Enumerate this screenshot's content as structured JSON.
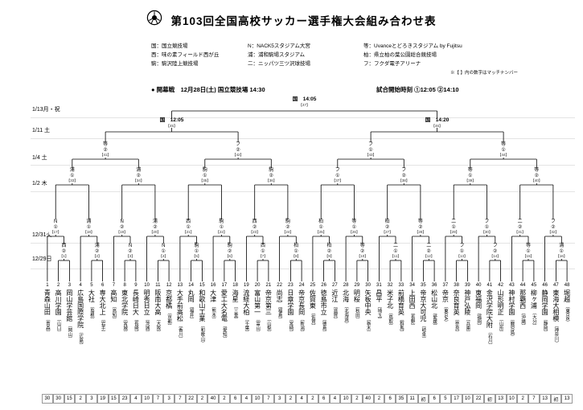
{
  "header": {
    "title": "第103回全国高校サッカー選手権大会組み合わせ表"
  },
  "legend": {
    "items": [
      {
        "abbr": "国",
        "name": "国立競技場"
      },
      {
        "abbr": "西",
        "name": "味の素フィールド西が丘"
      },
      {
        "abbr": "駒",
        "name": "駒沢陸上競技場"
      },
      {
        "abbr": "N",
        "name": "NACK5スタジアム大宮"
      },
      {
        "abbr": "浦",
        "name": "浦和駒場スタジアム"
      },
      {
        "abbr": "二",
        "name": "ニッパツ三ツ沢球技場"
      },
      {
        "abbr": "等",
        "name": "Uvanceとどろきスタジアム by Fujitsu"
      },
      {
        "abbr": "柏",
        "name": "県立柏の葉公園総合競技場"
      },
      {
        "abbr": "フ",
        "name": "フクダ電子アリーナ"
      }
    ],
    "note": "※【 】内の数字はマッチナンバー"
  },
  "info": {
    "opening": "● 開幕戦　12月28日(土) 国立競技場 14:30",
    "kickoff": "試合開始時刻 ①12:05 ②14:10"
  },
  "dates": [
    "1/13月・祝",
    "1/11 土",
    "1/4 土",
    "1/2 木",
    "12/31火",
    "12/29日"
  ],
  "teams": [
    {
      "no": 1,
      "name": "青森山田",
      "pref": "青森",
      "count": "30"
    },
    {
      "no": 2,
      "name": "高川学園",
      "pref": "山口",
      "count": "30"
    },
    {
      "no": 3,
      "name": "岡山学芸館",
      "pref": "岡山",
      "count": "15"
    },
    {
      "no": 4,
      "name": "広島国際学院",
      "pref": "広島",
      "count": "2"
    },
    {
      "no": 5,
      "name": "大社",
      "pref": "島根",
      "count": "3"
    },
    {
      "no": 6,
      "name": "専大北上",
      "pref": "岩手",
      "count": "19"
    },
    {
      "no": 7,
      "name": "高知",
      "pref": "高知",
      "count": "15"
    },
    {
      "no": 8,
      "name": "東北学院",
      "pref": "宮城",
      "count": "23"
    },
    {
      "no": 9,
      "name": "長崎日大",
      "pref": "長崎",
      "count": "4"
    },
    {
      "no": 10,
      "name": "明秀日立",
      "pref": "茨城",
      "count": "10"
    },
    {
      "no": 11,
      "name": "阪南大高",
      "pref": "大阪",
      "count": "7"
    },
    {
      "no": 12,
      "name": "京都橘",
      "pref": "京都",
      "count": "3"
    },
    {
      "no": 13,
      "name": "大手前高松",
      "pref": "香川",
      "count": "7"
    },
    {
      "no": 14,
      "name": "丸岡",
      "pref": "福井",
      "count": "22"
    },
    {
      "no": 15,
      "name": "和歌山工業",
      "pref": "和歌山",
      "count": "2"
    },
    {
      "no": 16,
      "name": "大津",
      "pref": "熊本",
      "count": "40"
    },
    {
      "no": 17,
      "name": "愛工大名電",
      "pref": "愛知",
      "count": "2"
    },
    {
      "no": 18,
      "name": "海星",
      "pref": "三重",
      "count": "6"
    },
    {
      "no": 19,
      "name": "流経大柏",
      "pref": "千葉",
      "count": "4"
    },
    {
      "no": 20,
      "name": "富山第一",
      "pref": "富山",
      "count": "10"
    },
    {
      "no": 21,
      "name": "帝京第三",
      "pref": "山梨",
      "count": "7"
    },
    {
      "no": 22,
      "name": "尚志",
      "pref": "福島",
      "count": "3"
    },
    {
      "no": 23,
      "name": "日章学園",
      "pref": "宮崎",
      "count": "2"
    },
    {
      "no": 24,
      "name": "帝京長岡",
      "pref": "新潟",
      "count": "4"
    },
    {
      "no": 25,
      "name": "佐賀東",
      "pref": "佐賀",
      "count": "2"
    },
    {
      "no": 26,
      "name": "徳島市立",
      "pref": "徳島",
      "count": "6"
    },
    {
      "no": 27,
      "name": "近江",
      "pref": "滋賀",
      "count": "4"
    },
    {
      "no": 28,
      "name": "北海",
      "pref": "北海道",
      "count": "10"
    },
    {
      "no": 29,
      "name": "明桜",
      "pref": "秋田",
      "count": "2"
    },
    {
      "no": 30,
      "name": "矢板中央",
      "pref": "栃木",
      "count": "40"
    },
    {
      "no": 31,
      "name": "昌平",
      "pref": "埼玉",
      "count": "2"
    },
    {
      "no": 32,
      "name": "米子北",
      "pref": "鳥取",
      "count": "6"
    },
    {
      "no": 33,
      "name": "前橋育英",
      "pref": "群馬",
      "count": "35"
    },
    {
      "no": 34,
      "name": "上田西",
      "pref": "長野",
      "count": "11"
    },
    {
      "no": 35,
      "name": "帝京大可児",
      "pref": "岐阜",
      "count": "初"
    },
    {
      "no": 36,
      "name": "松山北",
      "pref": "愛媛",
      "count": "6"
    },
    {
      "no": 37,
      "name": "帝京",
      "pref": "東京A",
      "count": "5"
    },
    {
      "no": 38,
      "name": "奈良育英",
      "pref": "奈良",
      "count": "17"
    },
    {
      "no": 39,
      "name": "神戸弘陵",
      "pref": "兵庫",
      "count": "10"
    },
    {
      "no": 40,
      "name": "東福岡",
      "pref": "福岡",
      "count": "22"
    },
    {
      "no": 41,
      "name": "金沢学院大附",
      "pref": "石川",
      "count": "初"
    },
    {
      "no": 42,
      "name": "山形明正",
      "pref": "山形",
      "count": "13"
    },
    {
      "no": 43,
      "name": "神村学園",
      "pref": "鹿児島",
      "count": "10"
    },
    {
      "no": 44,
      "name": "那覇西",
      "pref": "沖縄",
      "count": "2"
    },
    {
      "no": 45,
      "name": "柳ヶ浦",
      "pref": "大分",
      "count": "7"
    },
    {
      "no": 46,
      "name": "静岡学園",
      "pref": "静岡",
      "count": "13"
    },
    {
      "no": 47,
      "name": "東海大相模",
      "pref": "神奈川",
      "count": "初"
    },
    {
      "no": 48,
      "name": "堀越",
      "pref": "東京B",
      "count": "13"
    }
  ],
  "rounds": {
    "r1": [
      {
        "v": "西",
        "n": "②",
        "m": "1"
      },
      {
        "v": "浦",
        "n": "②",
        "m": "2"
      },
      {
        "v": "N",
        "n": "②",
        "m": "3"
      },
      {
        "v": "N",
        "n": "①",
        "m": "4"
      },
      {
        "v": "駒",
        "n": "①",
        "m": "5"
      },
      {
        "v": "駒",
        "n": "②",
        "m": "6"
      },
      {
        "v": "西",
        "n": "①",
        "m": "7"
      },
      {
        "v": "柏",
        "n": "①",
        "m": "8"
      },
      {
        "v": "柏",
        "n": "②",
        "m": "9"
      },
      {
        "v": "等",
        "n": "②",
        "m": "10"
      },
      {
        "v": "二",
        "n": "①",
        "m": "11"
      },
      {
        "v": "二",
        "n": "②",
        "m": "12"
      },
      {
        "v": "フ",
        "n": "①",
        "m": "13"
      },
      {
        "v": "フ",
        "n": "②",
        "m": "14"
      },
      {
        "v": "等",
        "n": "①",
        "m": "15"
      },
      {
        "v": "浦",
        "n": "①",
        "m": "16"
      }
    ],
    "r2": [
      {
        "v": "N",
        "n": "①",
        "m": "17"
      },
      {
        "v": "浦",
        "n": "①",
        "m": "18"
      },
      {
        "v": "N",
        "n": "②",
        "m": "19"
      },
      {
        "v": "浦",
        "n": "②",
        "m": "20"
      },
      {
        "v": "西",
        "n": "①",
        "m": "21"
      },
      {
        "v": "駒",
        "n": "①",
        "m": "22"
      },
      {
        "v": "西",
        "n": "②",
        "m": "23"
      },
      {
        "v": "駒",
        "n": "②",
        "m": "24"
      },
      {
        "v": "柏",
        "n": "①",
        "m": "25"
      },
      {
        "v": "等",
        "n": "①",
        "m": "26"
      },
      {
        "v": "柏",
        "n": "②",
        "m": "27"
      },
      {
        "v": "等",
        "n": "②",
        "m": "28"
      },
      {
        "v": "二",
        "n": "①",
        "m": "29"
      },
      {
        "v": "フ",
        "n": "①",
        "m": "30"
      },
      {
        "v": "二",
        "n": "②",
        "m": "31"
      },
      {
        "v": "フ",
        "n": "②",
        "m": "32"
      }
    ],
    "r3": [
      {
        "v": "浦",
        "n": "①",
        "m": "33"
      },
      {
        "v": "浦",
        "n": "②",
        "m": "34"
      },
      {
        "v": "駒",
        "n": "①",
        "m": "35"
      },
      {
        "v": "駒",
        "n": "②",
        "m": "36"
      },
      {
        "v": "フ",
        "n": "①",
        "m": "37"
      },
      {
        "v": "フ",
        "n": "②",
        "m": "38"
      },
      {
        "v": "等",
        "n": "①",
        "m": "39"
      },
      {
        "v": "等",
        "n": "②",
        "m": "40"
      }
    ],
    "qf": [
      {
        "v": "等",
        "n": "②",
        "m": "41"
      },
      {
        "v": "フ",
        "n": "②",
        "m": "42"
      },
      {
        "v": "フ",
        "n": "①",
        "m": "43"
      },
      {
        "v": "等",
        "n": "①",
        "m": "44"
      }
    ],
    "sf": [
      {
        "v": "国",
        "t": "12:05",
        "m": "45"
      },
      {
        "v": "国",
        "t": "14:20",
        "m": "46"
      }
    ],
    "final": {
      "v": "国",
      "t": "14:05",
      "m": "47"
    }
  }
}
